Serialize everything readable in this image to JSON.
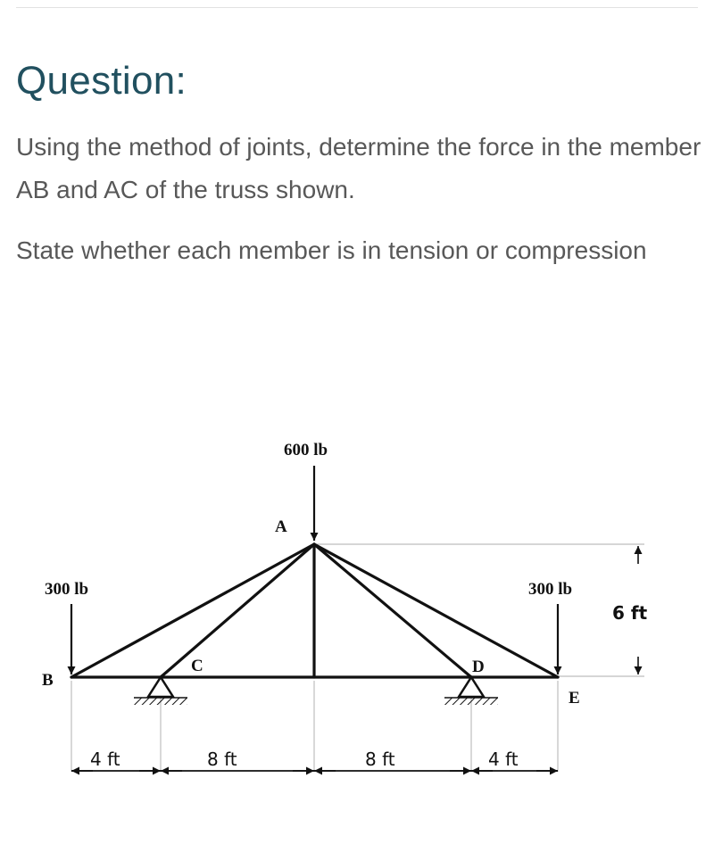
{
  "question": {
    "heading": "Question:",
    "paragraph_1": "Using the method of joints, determine the force in the member AB and AC of the truss shown.",
    "paragraph_2": "State whether each member is in tension or compression"
  },
  "diagram": {
    "joints": {
      "A": "A",
      "B": "B",
      "C": "C",
      "D": "D",
      "E": "E"
    },
    "loads": {
      "top": "600 lb",
      "left": "300 lb",
      "right": "300 lb"
    },
    "dimensions": {
      "d1": "4 ft",
      "d2": "8 ft",
      "d3": "8 ft",
      "d4": "4 ft",
      "height": "6 ft"
    }
  },
  "colors": {
    "heading": "#21505f",
    "body_text": "#585858",
    "lines": "#111111",
    "guide_lines": "#bdbdbd"
  }
}
